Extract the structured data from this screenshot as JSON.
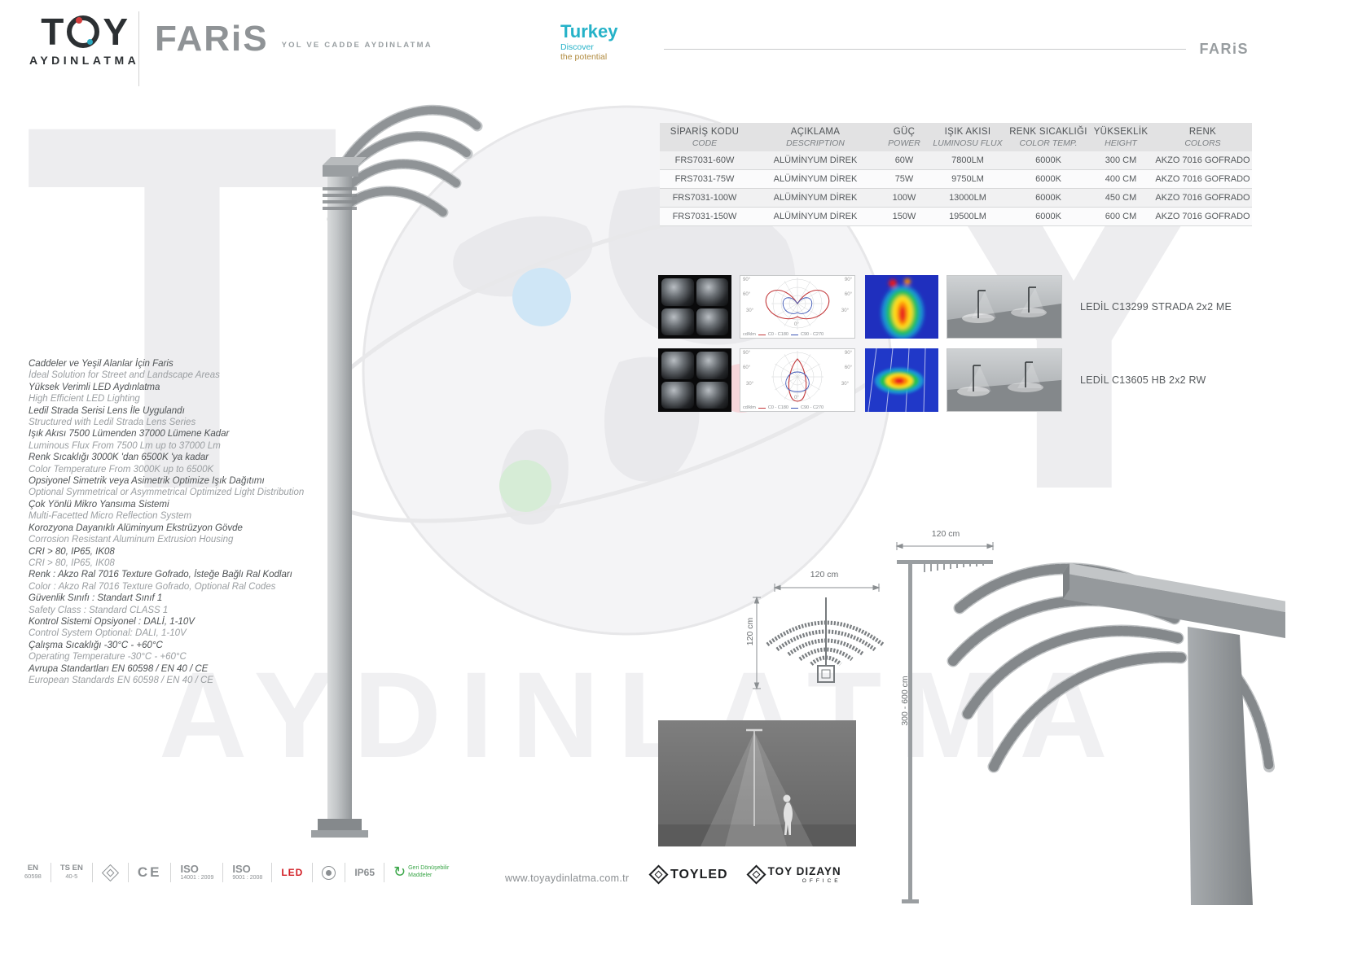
{
  "brand": {
    "t": "T",
    "y": "Y",
    "sub": "AYDINLATMA"
  },
  "product": {
    "title": "FARiS",
    "subtitle": "YOL VE CADDE AYDINLATMA",
    "header_right": "FARiS"
  },
  "turkey": {
    "title": "Turkey",
    "line2": "Discover",
    "line3": "the potential"
  },
  "watermark": {
    "t": "T",
    "y": "Y",
    "text": "AYDINLATMA"
  },
  "table": {
    "headers": [
      {
        "tr": "SİPARİŞ KODU",
        "en": "CODE"
      },
      {
        "tr": "AÇIKLAMA",
        "en": "DESCRIPTION"
      },
      {
        "tr": "GÜÇ",
        "en": "POWER"
      },
      {
        "tr": "IŞIK AKISI",
        "en": "LUMINOSU FLUX"
      },
      {
        "tr": "RENK SICAKLIĞI",
        "en": "COLOR TEMP."
      },
      {
        "tr": "YÜKSEKLİK",
        "en": "HEIGHT"
      },
      {
        "tr": "RENK",
        "en": "COLORS"
      }
    ],
    "rows": [
      [
        "FRS7031-60W",
        "ALÜMİNYUM DİREK",
        "60W",
        "7800LM",
        "6000K",
        "300 CM",
        "AKZO 7016 GOFRADO"
      ],
      [
        "FRS7031-75W",
        "ALÜMİNYUM DİREK",
        "75W",
        "9750LM",
        "6000K",
        "400 CM",
        "AKZO 7016 GOFRADO"
      ],
      [
        "FRS7031-100W",
        "ALÜMİNYUM DİREK",
        "100W",
        "13000LM",
        "6000K",
        "450 CM",
        "AKZO 7016 GOFRADO"
      ],
      [
        "FRS7031-150W",
        "ALÜMİNYUM DİREK",
        "150W",
        "19500LM",
        "6000K",
        "600 CM",
        "AKZO 7016 GOFRADO"
      ]
    ]
  },
  "photometry": {
    "unit": "cd/klm",
    "legend_c0": "C0 - C180",
    "legend_c90": "C90 - C270",
    "degree_labels": [
      "90°",
      "60°",
      "30°",
      "0°"
    ],
    "rows": [
      {
        "label": "LEDİL C13299 STRADA 2x2 ME"
      },
      {
        "label": "LEDİL C13605 HB 2x2 RW"
      }
    ]
  },
  "features": [
    {
      "tr": "Caddeler ve Yeşil Alanlar İçin Faris",
      "en": "İdeal Solution for Street and Landscape Areas"
    },
    {
      "tr": "Yüksek Verimli LED Aydınlatma",
      "en": "High Efficient LED Lighting"
    },
    {
      "tr": "Ledil Strada Serisi Lens İle Uygulandı",
      "en": "Structured with Ledil Strada Lens Series"
    },
    {
      "tr": "Işık Akısı 7500 Lümenden 37000 Lümene Kadar",
      "en": "Luminous Flux From 7500 Lm up to 37000 Lm"
    },
    {
      "tr": "Renk Sıcaklığı 3000K 'dan 6500K 'ya kadar",
      "en": "Color Temperature From 3000K up to 6500K"
    },
    {
      "tr": "Opsiyonel Simetrik veya Asimetrik Optimize Işık Dağıtımı",
      "en": "Optional Symmetrical or Asymmetrical Optimized Light Distribution"
    },
    {
      "tr": "Çok Yönlü Mikro Yansıma Sistemi",
      "en": "Multi-Facetted Micro Reflection System"
    },
    {
      "tr": "Korozyona Dayanıklı Alüminyum Ekstrüzyon Gövde",
      "en": "Corrosion Resistant Aluminum Extrusion Housing"
    },
    {
      "tr": "CRI > 80, IP65, IK08",
      "en": "CRI > 80, IP65, IK08"
    },
    {
      "tr": "Renk : Akzo Ral 7016 Texture Gofrado, İsteğe Bağlı Ral Kodları",
      "en": "Color : Akzo Ral 7016 Texture Gofrado, Optional Ral Codes"
    },
    {
      "tr": "Güvenlik Sınıfı : Standart Sınıf 1",
      "en": "Safety Class : Standard CLASS 1"
    },
    {
      "tr": "Kontrol Sistemi Opsiyonel : DALİ, 1-10V",
      "en": "Control System Optional: DALI, 1-10V"
    },
    {
      "tr": "Çalışma Sıcaklığı  -30°C - +60°C",
      "en": "Operating Temperature -30°C - +60°C"
    },
    {
      "tr": "Avrupa Standartları EN 60598 / EN 40 / CE",
      "en": "European Standards EN 60598 / EN 40 / CE"
    }
  ],
  "dimensions": {
    "top_view_width": "120 cm",
    "top_view_depth": "120 cm",
    "side_view_width": "120 cm",
    "side_view_height": "300 - 600 cm"
  },
  "footer": {
    "certs": {
      "en_std_1": "EN",
      "en_std_2": "60598",
      "ts_1": "TS EN",
      "ts_2": "40-5",
      "ce": "CE",
      "iso1_1": "ISO",
      "iso1_2": "14001 : 2009",
      "iso2_1": "ISO",
      "iso2_2": "9001 : 2008",
      "led": "LED",
      "ip": "IP65",
      "recycle_icon": "↻",
      "recycle": "Geri Dönüşebilir Maddeler"
    },
    "website": "www.toyaydinlatma.com.tr",
    "toyled": "TOYLED",
    "dizayn": "TOY DIZAYN",
    "office": "OFFICE"
  }
}
